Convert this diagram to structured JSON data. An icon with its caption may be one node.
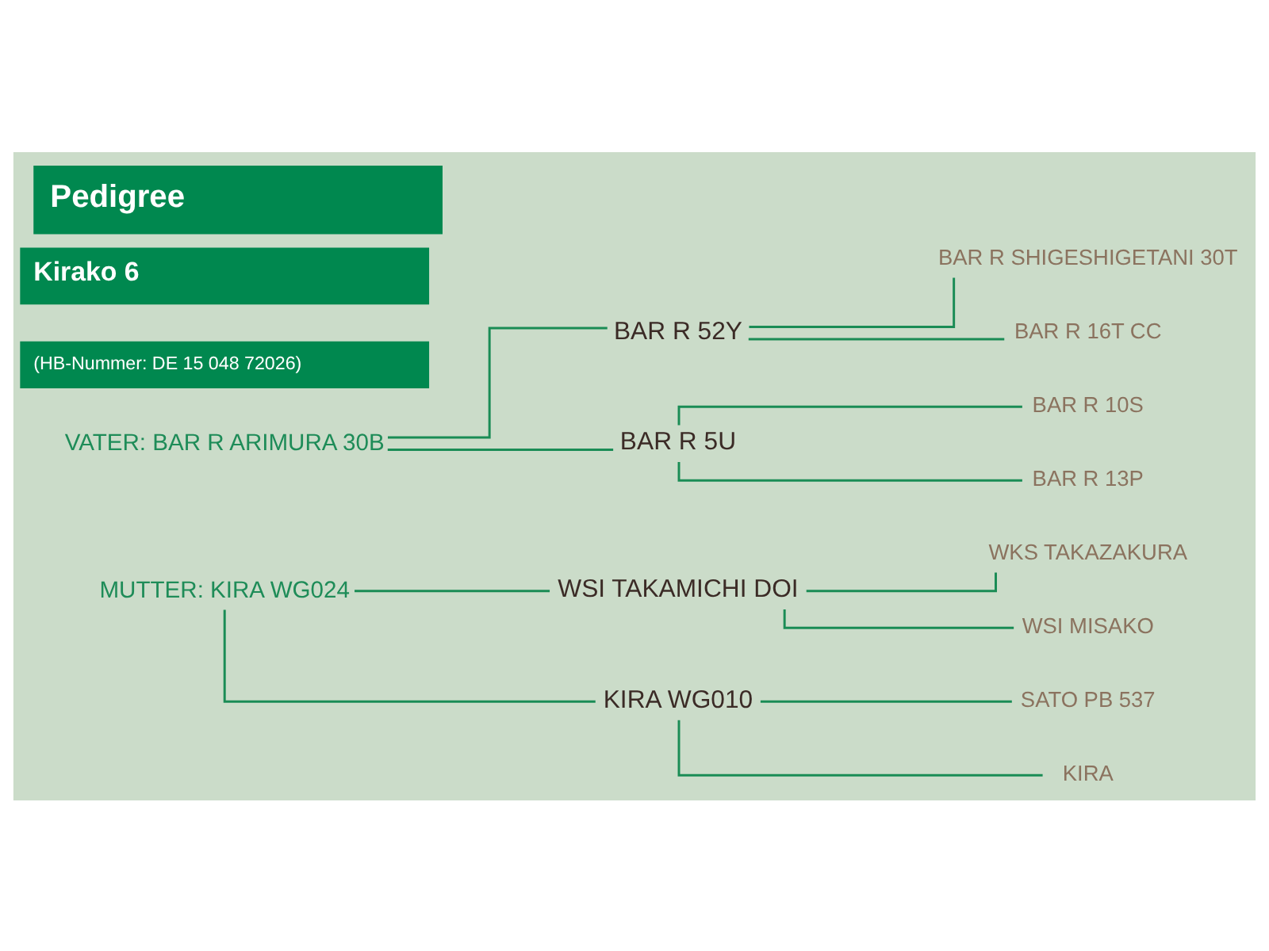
{
  "diagram": {
    "title": "Pedigree",
    "nodes": [
      {
        "text": [
          "VATER: BAR R ARIMURA 30B"
        ]
      },
      {
        "text": [
          "BAR R 52Y"
        ]
      },
      {
        "text": [
          "BAR R SHIGESHIGETANI 30T"
        ]
      },
      {
        "text": [
          "BAR R 16T CC"
        ]
      },
      {
        "text": [
          "BAR R 5U"
        ]
      },
      {
        "text": [
          "BAR R 10S"
        ]
      },
      {
        "text": [
          "BAR R 13P"
        ]
      },
      {
        "text": [
          "MUTTER: KIRA WG024"
        ]
      },
      {
        "text": [
          "WSI TAKAMICHI DOI"
        ]
      },
      {
        "text": [
          "WKS TAKAZAKURA"
        ]
      },
      {
        "text": [
          "WSI MISAKO"
        ]
      },
      {
        "text": [
          "KIRA WG010"
        ]
      },
      {
        "text": [
          "SATO PB 537"
        ]
      },
      {
        "text": [
          "KIRA"
        ]
      }
    ],
    "edges": [
      {
        "from": 0,
        "to": 1,
        "arrow": "none"
      },
      {
        "from": 0,
        "to": 4,
        "arrow": "none"
      },
      {
        "from": 1,
        "to": 2,
        "arrow": "none"
      },
      {
        "from": 1,
        "to": 3,
        "arrow": "none"
      },
      {
        "from": 4,
        "to": 5,
        "arrow": "none"
      },
      {
        "from": 4,
        "to": 6,
        "arrow": "none"
      },
      {
        "from": 7,
        "to": 8,
        "arrow": "none"
      },
      {
        "from": 7,
        "to": 11,
        "arrow": "none"
      },
      {
        "from": 8,
        "to": 9,
        "arrow": "none"
      },
      {
        "from": 8,
        "to": 10,
        "arrow": "none"
      },
      {
        "from": 11,
        "to": 12,
        "arrow": "none"
      },
      {
        "from": 11,
        "to": 13,
        "arrow": "none"
      }
    ],
    "labels": [
      "Kirako 6",
      "(HB-Nummer: DE 15 048 72026)"
    ]
  }
}
